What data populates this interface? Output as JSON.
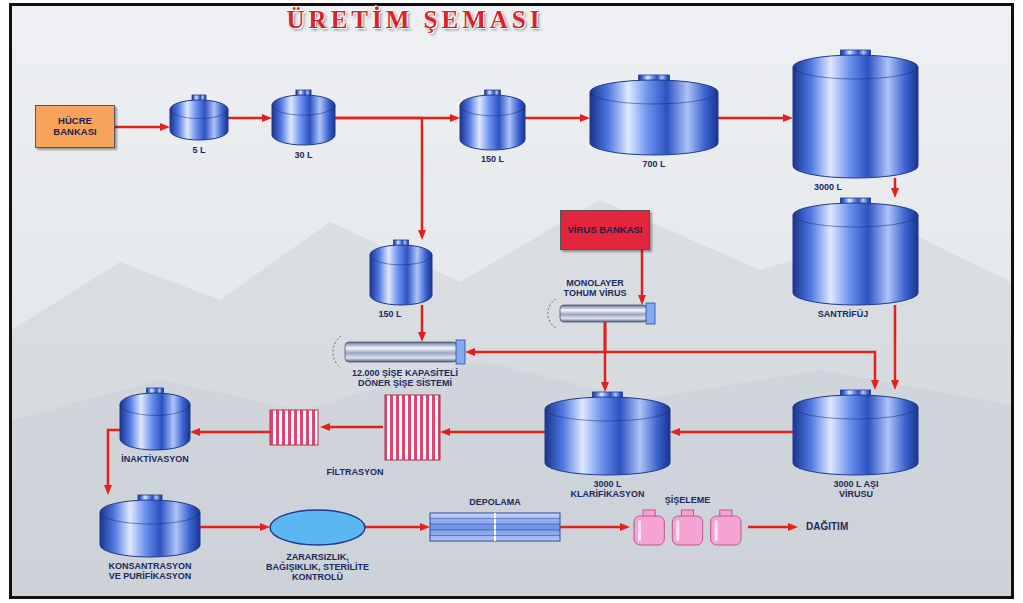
{
  "diagram": {
    "title": "ÜRETİM ŞEMASI",
    "nodes": [
      {
        "text": [
          "HÜCRE BANKASI"
        ]
      },
      {
        "text": [
          "5 L"
        ]
      },
      {
        "text": [
          "30 L"
        ]
      },
      {
        "text": [
          "150 L"
        ]
      },
      {
        "text": [
          "700 L"
        ]
      },
      {
        "text": [
          "3000 L"
        ]
      },
      {
        "text": [
          "SANTRİFÜJ"
        ]
      },
      {
        "text": [
          "150 L"
        ]
      },
      {
        "text": [
          "VİRUS BANKASI"
        ]
      },
      {
        "text": [
          "MONOLAYER TOHUM VİRUS"
        ]
      },
      {
        "text": [
          "12.000 ŞİŞE KAPASİTELİ DÖNER ŞİŞE SİSTEMİ"
        ]
      },
      {
        "text": [
          "3000 L AŞI VİRUSU"
        ]
      },
      {
        "text": [
          "3000 L KLARİFİKASYON"
        ]
      },
      {
        "text": [
          "FİLTRASYON"
        ]
      },
      {
        "text": [
          "İNAKTİVASYON"
        ]
      },
      {
        "text": [
          "KONSANTRASYON VE PURİFİKASYON"
        ]
      },
      {
        "text": [
          "ZARARSIZLIK, BAĞIŞIKLIK, STERİLİTE KONTROLÜ"
        ]
      },
      {
        "text": [
          "DEPOLAMA"
        ]
      },
      {
        "text": [
          "ŞİŞELEME"
        ]
      }
    ],
    "edges": [
      {
        "from": 0,
        "to": 1,
        "arrow": "to"
      },
      {
        "from": 1,
        "to": 2,
        "arrow": "to"
      },
      {
        "from": 2,
        "to": 3,
        "arrow": "to"
      },
      {
        "from": 2,
        "to": 7,
        "arrow": "to"
      },
      {
        "from": 3,
        "to": 4,
        "arrow": "to"
      },
      {
        "from": 4,
        "to": 5,
        "arrow": "to"
      },
      {
        "from": 5,
        "to": 6,
        "arrow": "to"
      },
      {
        "from": 6,
        "to": 11,
        "arrow": "to"
      },
      {
        "from": 7,
        "to": 10,
        "arrow": "to"
      },
      {
        "from": 8,
        "to": 9,
        "arrow": "to"
      },
      {
        "from": 9,
        "to": 10,
        "arrow": "to"
      },
      {
        "from": 9,
        "to": 12,
        "arrow": "to"
      },
      {
        "from": 9,
        "to": 11,
        "arrow": "to"
      },
      {
        "from": 11,
        "to": 12,
        "arrow": "to"
      },
      {
        "from": 12,
        "to": 13,
        "arrow": "to"
      },
      {
        "from": 13,
        "to": 14,
        "arrow": "to"
      },
      {
        "from": 14,
        "to": 15,
        "arrow": "to"
      },
      {
        "from": 15,
        "to": 16,
        "arrow": "to"
      },
      {
        "from": 16,
        "to": 17,
        "arrow": "to"
      },
      {
        "from": 17,
        "to": 18,
        "arrow": "to"
      }
    ],
    "labels": [
      "DAĞITIM"
    ]
  }
}
